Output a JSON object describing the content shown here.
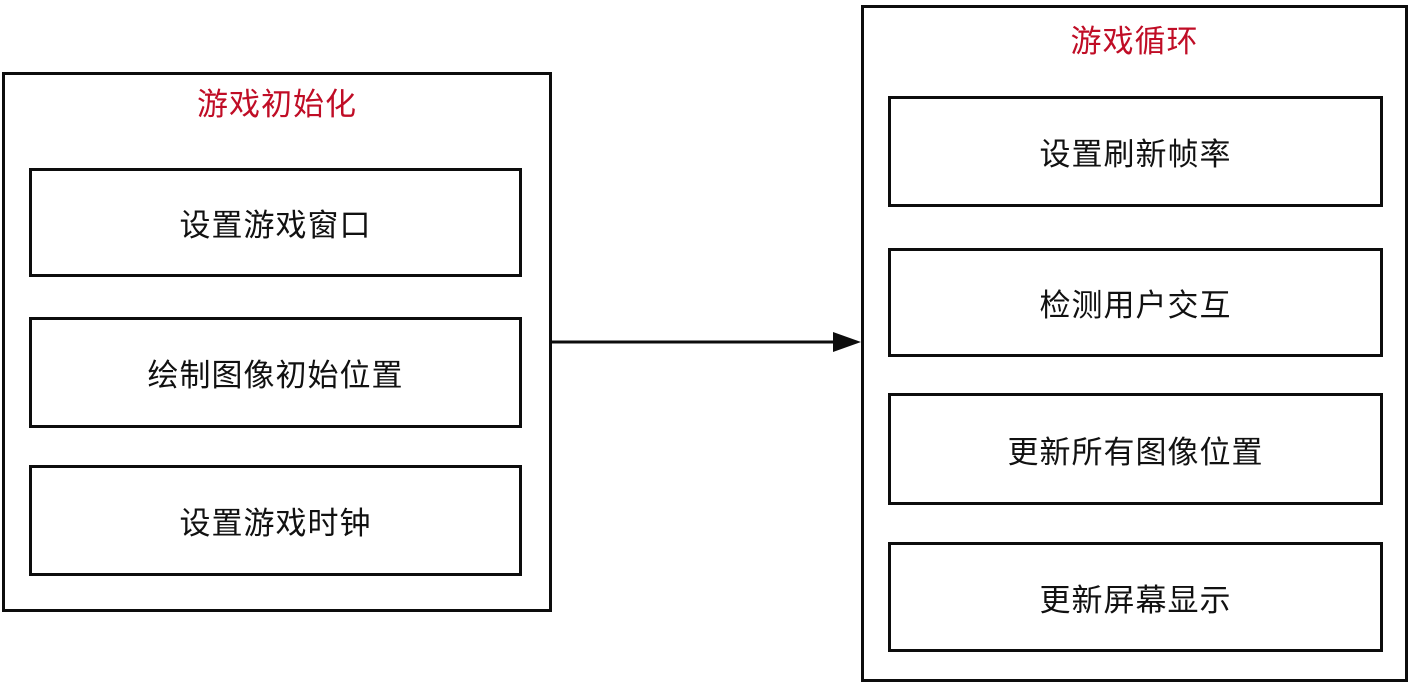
{
  "diagram": {
    "colors": {
      "title_red": "#c00d26",
      "border_black": "#0d0d0d",
      "text_black": "#111111",
      "background": "#ffffff"
    },
    "groups": [
      {
        "title": "游戏初始化",
        "steps": [
          "设置游戏窗口",
          "绘制图像初始位置",
          "设置游戏时钟"
        ]
      },
      {
        "title": "游戏循环",
        "steps": [
          "设置刷新帧率",
          "检测用户交互",
          "更新所有图像位置",
          "更新屏幕显示"
        ]
      }
    ],
    "connector": {
      "from": "游戏初始化",
      "to": "游戏循环",
      "direction": "right"
    }
  }
}
